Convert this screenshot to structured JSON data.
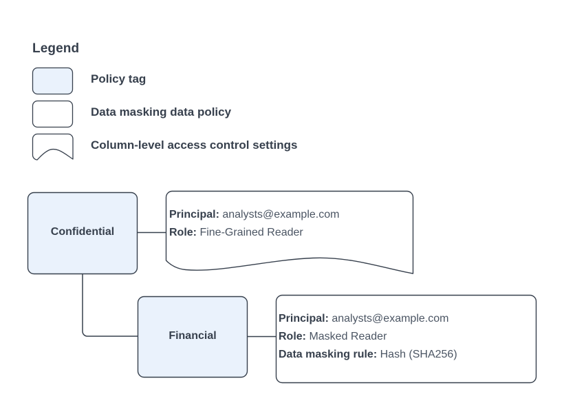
{
  "legend": {
    "title": "Legend",
    "items": [
      {
        "label": "Policy tag",
        "shape": "rounded-rect-filled",
        "fill": "#eaf2fc",
        "stroke": "#37404d"
      },
      {
        "label": "Data masking data policy",
        "shape": "rounded-rect",
        "fill": "#ffffff",
        "stroke": "#37404d"
      },
      {
        "label": "Column-level access control settings",
        "shape": "wave-bottom-document",
        "fill": "#ffffff",
        "stroke": "#37404d"
      }
    ]
  },
  "diagram": {
    "nodes": [
      {
        "id": "confidential",
        "label": "Confidential",
        "type": "policy-tag",
        "fill": "#eaf2fc",
        "stroke": "#37404d"
      },
      {
        "id": "financial",
        "label": "Financial",
        "type": "policy-tag",
        "fill": "#eaf2fc",
        "stroke": "#37404d"
      }
    ],
    "callouts": [
      {
        "id": "callout-one",
        "shape": "wave-bottom-document",
        "attached_to": "confidential",
        "rows": [
          {
            "key": "Principal:",
            "value": "analysts@example.com"
          },
          {
            "key": "Role:",
            "value": "Fine-Grained Reader"
          }
        ]
      },
      {
        "id": "callout-two",
        "shape": "rounded-rect",
        "attached_to": "financial",
        "rows": [
          {
            "key": "Principal:",
            "value": "analysts@example.com"
          },
          {
            "key": "Role:",
            "value": "Masked Reader"
          },
          {
            "key": "Data masking rule:",
            "value": "Hash (SHA256)"
          }
        ]
      }
    ],
    "connectors": [
      {
        "from": "confidential",
        "to": "callout-one",
        "style": "straight"
      },
      {
        "from": "confidential",
        "to": "financial",
        "style": "elbow"
      },
      {
        "from": "financial",
        "to": "callout-two",
        "style": "straight"
      }
    ]
  },
  "colors": {
    "node_fill": "#eaf2fc",
    "stroke": "#37404d",
    "text": "#37404d",
    "value_text": "#4b5563",
    "background": "#ffffff"
  }
}
